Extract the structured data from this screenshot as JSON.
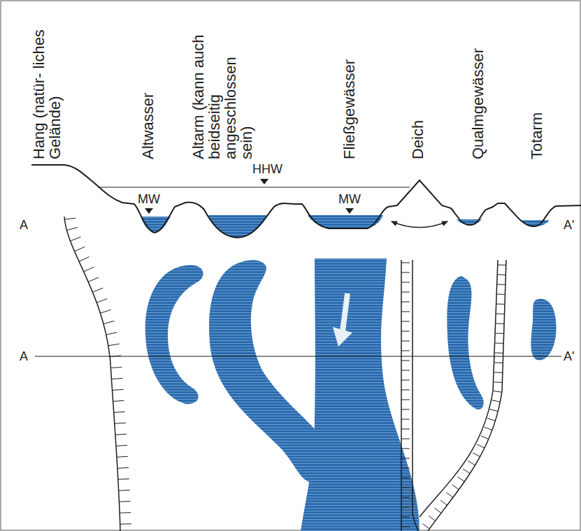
{
  "diagram": {
    "labels": [
      "Hang (natür- liches Gelände)",
      "Altwasser",
      "Altarm (kann auch beidseitig angeschlossen sein)",
      "Fließgewässer",
      "Deich",
      "Qualmgewässer",
      "Totarm",
      "HHW",
      "MW",
      "MW",
      "A",
      "A'",
      "A",
      "A'"
    ]
  }
}
